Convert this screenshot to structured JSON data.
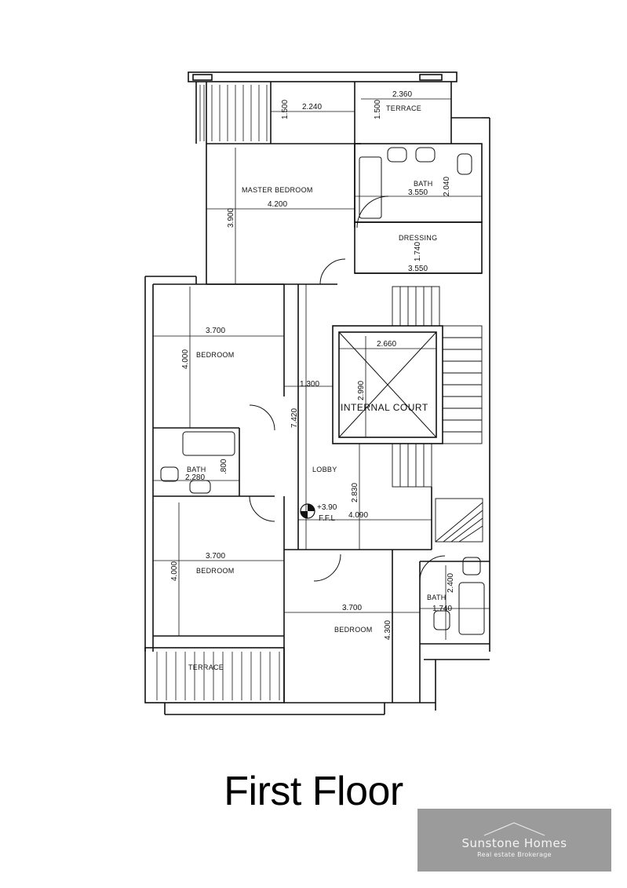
{
  "title": "First Floor",
  "logo": {
    "name": "Sunstone Homes",
    "tagline": "Real estate Brokerage"
  },
  "rooms": {
    "terrace_top": "TERRACE",
    "master_bedroom": "MASTER BEDROOM",
    "bath_master": "BATH",
    "dressing": "DRESSING",
    "bedroom_1": "BEDROOM",
    "internal_court": "INTERNAL COURT",
    "bath_left": "BATH",
    "lobby": "LOBBY",
    "bedroom_2": "BEDROOM",
    "bedroom_3": "BEDROOM",
    "bath_right": "BATH",
    "terrace_bottom": "TERRACE"
  },
  "dimensions": {
    "d_2360": "2.360",
    "d_2240": "2.240",
    "d_1500a": "1.500",
    "d_1500b": "1.500",
    "d_3900": "3.900",
    "d_4200": "4.200",
    "d_3550a": "3.550",
    "d_2040": "2.040",
    "d_1740a": "1.740",
    "d_3550b": "3.550",
    "d_3700a": "3.700",
    "d_4000a": "4.000",
    "d_2660": "2.660",
    "d_2990": "2.990",
    "d_1300": "1.300",
    "d_7420": "7.420",
    "d_2280": "2.280",
    "d_1800": ".800",
    "d_2830": "2.830",
    "d_4090": "4.090",
    "level": "+3.90",
    "level_label": "F.F.L",
    "d_3700b": "3.700",
    "d_4000b": "4.000",
    "d_3700c": "3.700",
    "d_4300": "4.300",
    "d_2400": "2.400",
    "d_1740b": "1.740"
  }
}
